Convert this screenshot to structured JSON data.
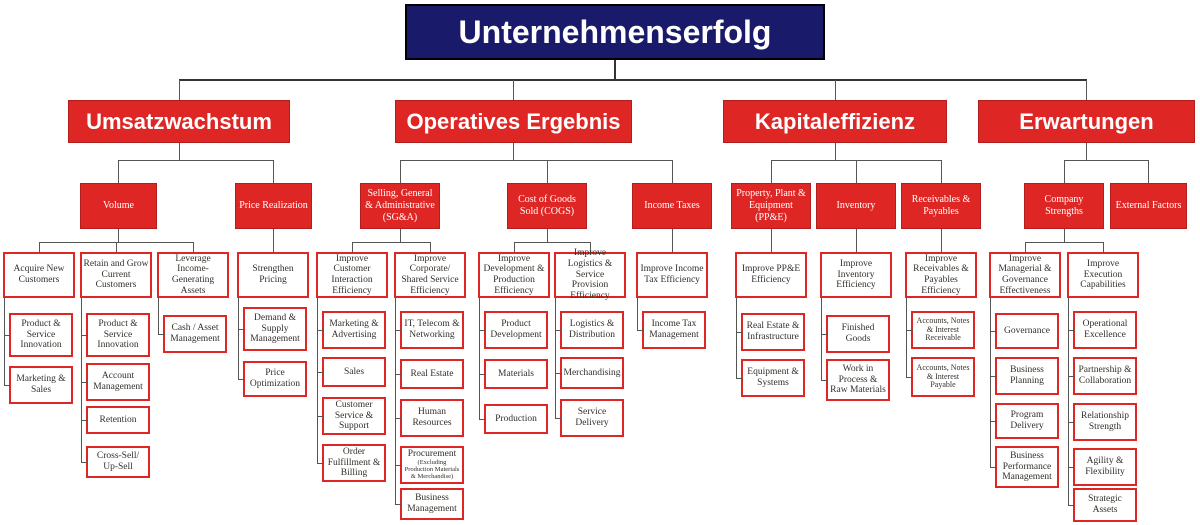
{
  "title": "Unternehmenserfolg",
  "colors": {
    "header_navy": "#1a1a6b",
    "accent_red": "#de2625",
    "connector_gray": "#555555",
    "leaf_text": "#33302b"
  },
  "revenue_growth": {
    "label": "Umsatzwachstum",
    "volume": {
      "label": "Volume",
      "acquire": {
        "label": "Acquire New Customers",
        "items": [
          "Product & Service Innovation",
          "Marketing & Sales"
        ]
      },
      "retain": {
        "label": "Retain and Grow Current Customers",
        "items": [
          "Product & Service Innovation",
          "Account Management",
          "Retention",
          "Cross-Sell/ Up-Sell"
        ]
      },
      "leverage": {
        "label": "Leverage Income-Generating Assets",
        "items": [
          "Cash / Asset Management"
        ]
      }
    },
    "price_realization": {
      "label": "Price Realization",
      "strengthen": {
        "label": "Strengthen Pricing",
        "items": [
          "Demand & Supply Management",
          "Price Optimization"
        ]
      }
    }
  },
  "operating_profit": {
    "label": "Operatives Ergebnis",
    "sga": {
      "label": "Selling, General & Administrative (SG&A)",
      "customer_interaction": {
        "label": "Improve Customer Interaction Efficiency",
        "items": [
          "Marketing & Advertising",
          "Sales",
          "Customer Service & Support",
          "Order Fulfillment & Billing"
        ]
      },
      "corporate_shared": {
        "label": "Improve Corporate/ Shared Service Efficiency",
        "items": [
          "IT, Telecom & Networking",
          "Real Estate",
          "Human Resources",
          "Procurement",
          "Business Management"
        ],
        "procurement_note": "(Excluding Production Materials & Merchandise)"
      }
    },
    "cogs": {
      "label": "Cost of Goods Sold (COGS)",
      "development_production": {
        "label": "Improve Development & Production Efficiency",
        "items": [
          "Product Development",
          "Materials",
          "Production"
        ]
      },
      "logistics_service": {
        "label": "Improve Logistics & Service Provision Efficiency",
        "items": [
          "Logistics & Distribution",
          "Merchandising",
          "Service Delivery"
        ]
      }
    },
    "income_taxes": {
      "label": "Income Taxes",
      "tax_efficiency": {
        "label": "Improve Income Tax Efficiency",
        "items": [
          "Income Tax Management"
        ]
      }
    }
  },
  "capital_efficiency": {
    "label": "Kapitaleffizienz",
    "ppe": {
      "label": "Property, Plant & Equipment (PP&E)",
      "efficiency": {
        "label": "Improve PP&E Efficiency",
        "items": [
          "Real Estate & Infrastructure",
          "Equipment & Systems"
        ]
      }
    },
    "inventory": {
      "label": "Inventory",
      "efficiency": {
        "label": "Improve Inventory Efficiency",
        "items": [
          "Finished Goods",
          "Work in Process & Raw Materials"
        ]
      }
    },
    "receivables_payables": {
      "label": "Receivables & Payables",
      "efficiency": {
        "label": "Improve Receivables & Payables Efficiency",
        "items": [
          "Accounts, Notes & Interest Receivable",
          "Accounts, Notes & Interest Payable"
        ]
      }
    }
  },
  "expectations": {
    "label": "Erwartungen",
    "company_strengths": {
      "label": "Company Strengths",
      "managerial_governance": {
        "label": "Improve Managerial & Governance Effectiveness",
        "items": [
          "Governance",
          "Business Planning",
          "Program Delivery",
          "Business Performance Management"
        ]
      },
      "execution": {
        "label": "Improve Execution Capabilities",
        "items": [
          "Operational Excellence",
          "Partnership & Collaboration",
          "Relationship Strength",
          "Agility & Flexibility",
          "Strategic Assets"
        ]
      }
    },
    "external_factors": {
      "label": "External Factors"
    }
  }
}
